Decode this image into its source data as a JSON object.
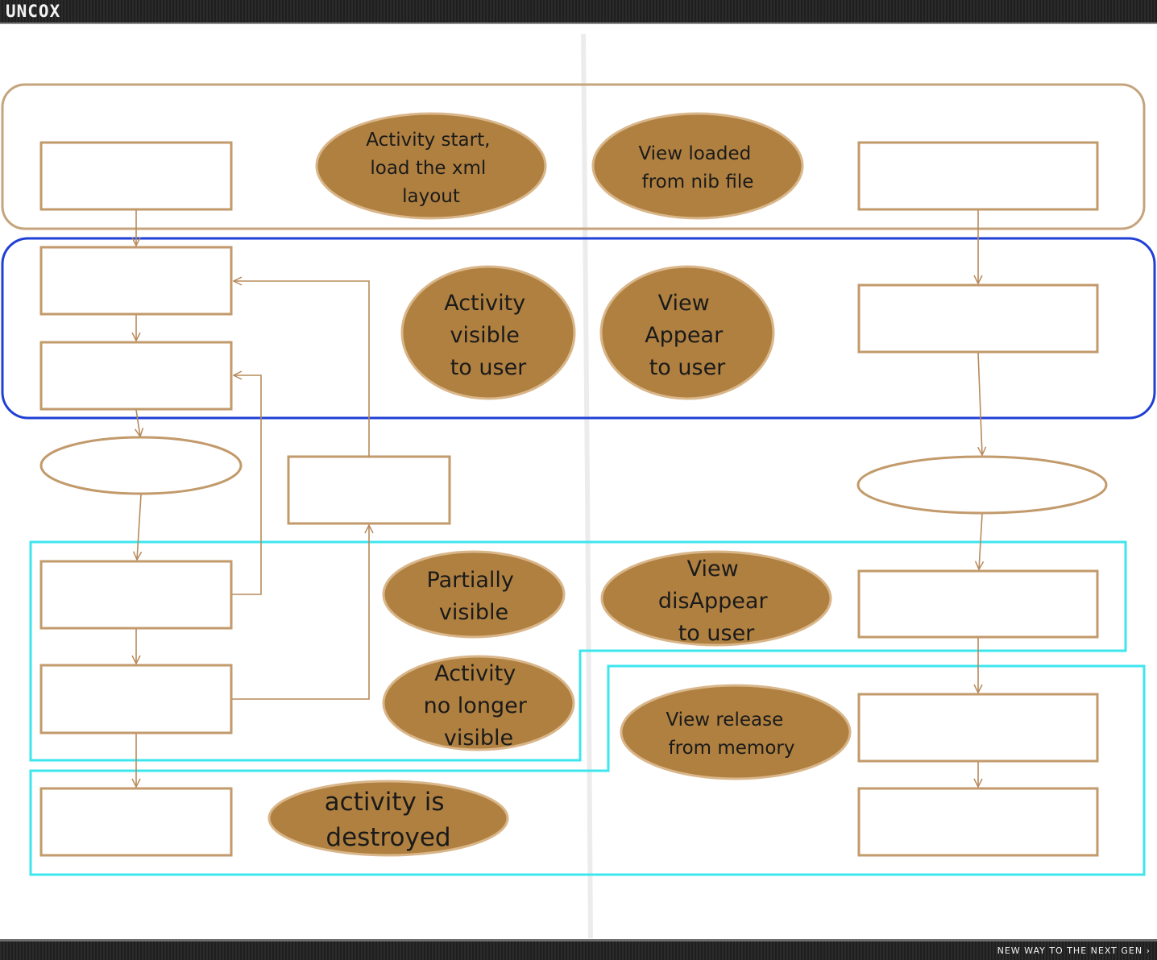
{
  "header": {
    "logo": "UNCOX"
  },
  "footer": {
    "tagline": "NEW WAY TO THE NEXT GEN ›"
  },
  "labels": {
    "activity_start": [
      "Activity start,",
      "load the xml",
      "layout"
    ],
    "view_loaded": [
      "View loaded",
      "from nib file"
    ],
    "activity_visible": [
      "Activity",
      "visible",
      "to user"
    ],
    "view_appear": [
      "View",
      "Appear",
      "to user"
    ],
    "partially_visible": [
      "Partially",
      "visible"
    ],
    "view_disappear": [
      "View",
      "disAppear",
      "to user"
    ],
    "activity_no_longer": [
      "Activity",
      "no longer",
      "visible"
    ],
    "view_release": [
      "View release",
      "from memory"
    ],
    "activity_destroyed": [
      "activity is",
      "destroyed"
    ]
  },
  "colors": {
    "oval_fill": "#b08040",
    "oval_stroke": "#d9b68a",
    "box_stroke": "#c29a6b",
    "arrow": "#b78a5c",
    "group_create": "#c4a47c",
    "group_visible": "#1f3fd6",
    "group_partial": "#3ee6ee",
    "divider": "#ececec"
  }
}
